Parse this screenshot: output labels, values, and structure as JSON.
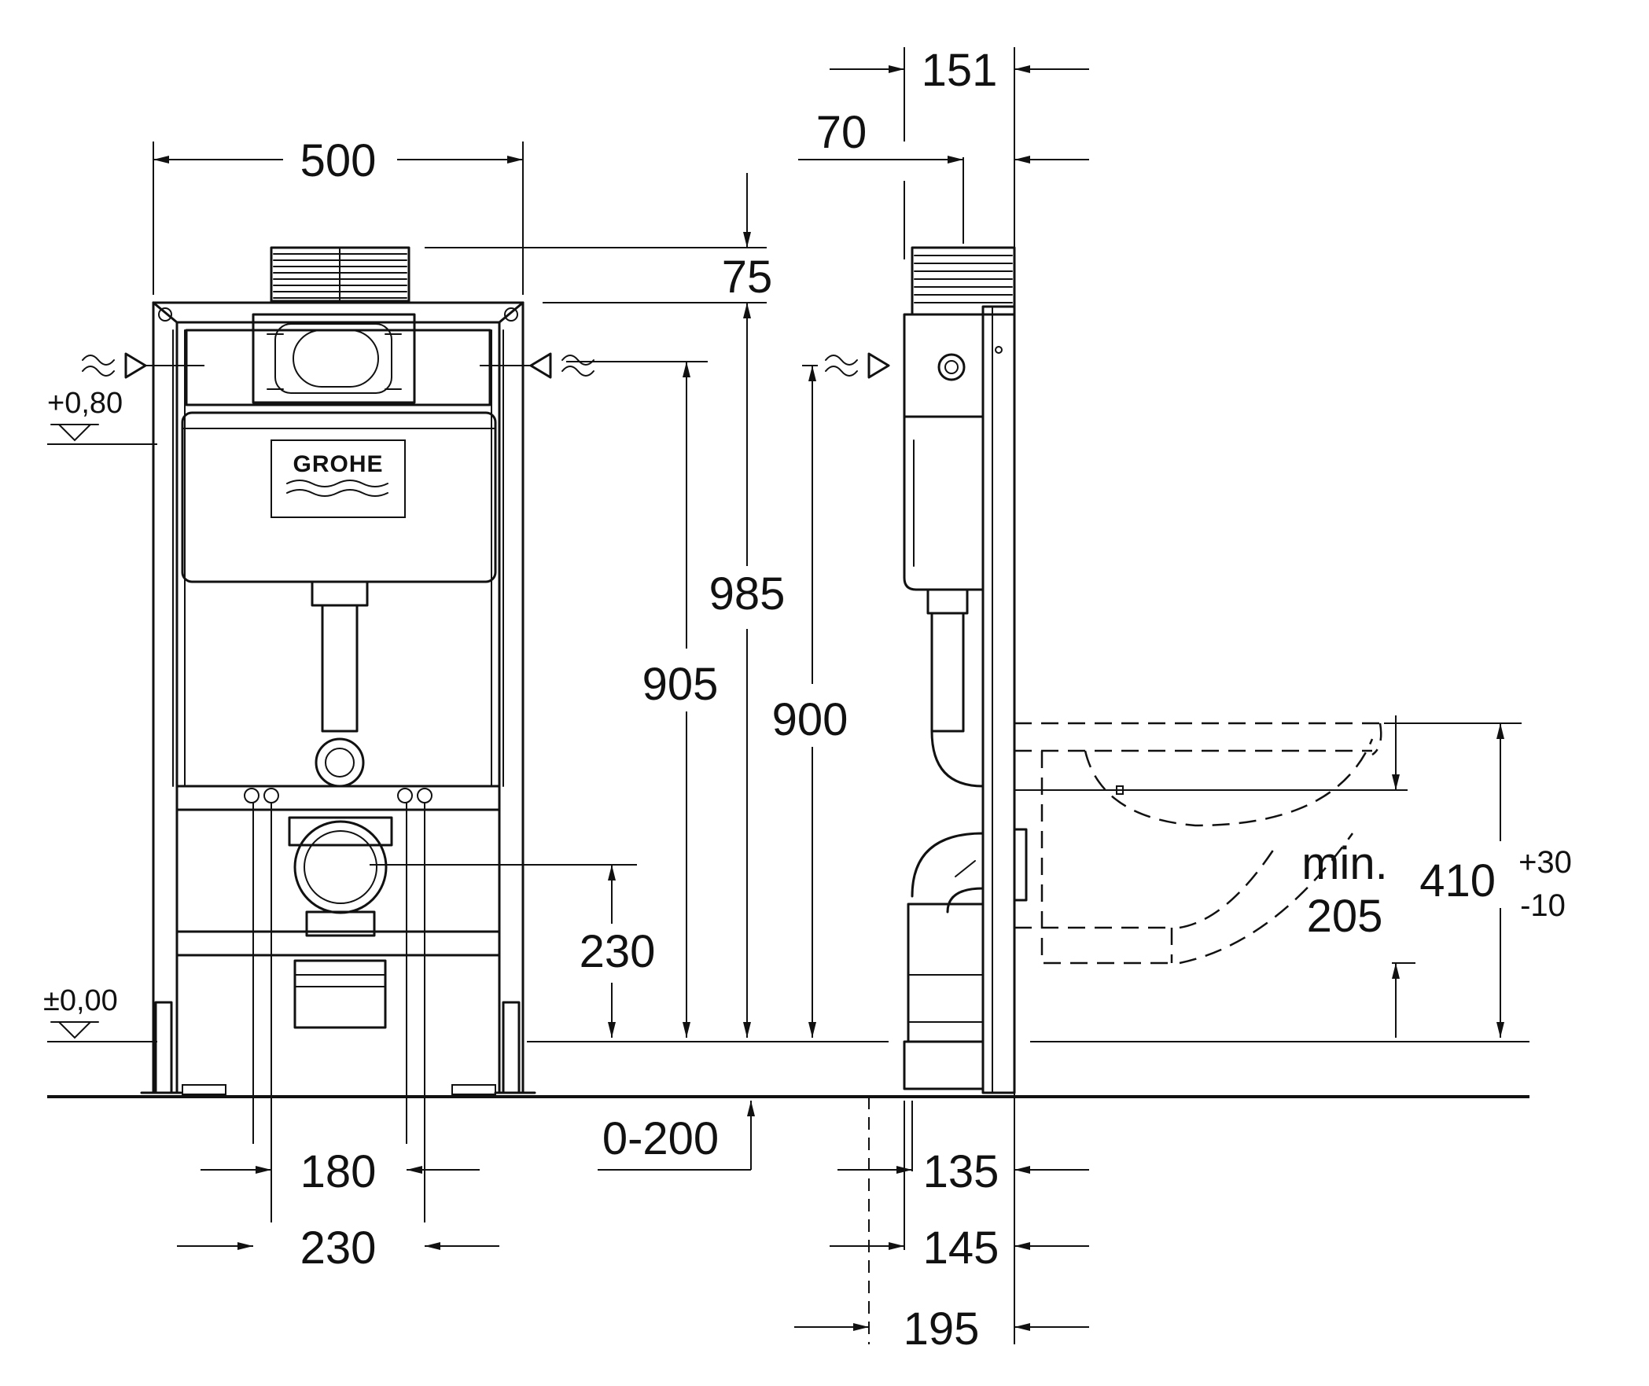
{
  "front_view": {
    "brand_logo": "GROHE",
    "level_upper": "+0,80",
    "level_floor": "±0,00"
  },
  "dimensions": {
    "width": "500",
    "top_offset": "75",
    "height_985": "985",
    "height_905": "905",
    "height_900": "900",
    "drain_230": "230",
    "adjust_range": "0-200",
    "spacing_180": "180",
    "spacing_230": "230",
    "depth_151": "151",
    "depth_70": "70",
    "depth_135": "135",
    "depth_145": "145",
    "depth_195": "195",
    "bowl_min_label": "min.",
    "bowl_min_value": "205",
    "bowl_height": "410",
    "tol_plus": "+30",
    "tol_minus": "-10"
  }
}
